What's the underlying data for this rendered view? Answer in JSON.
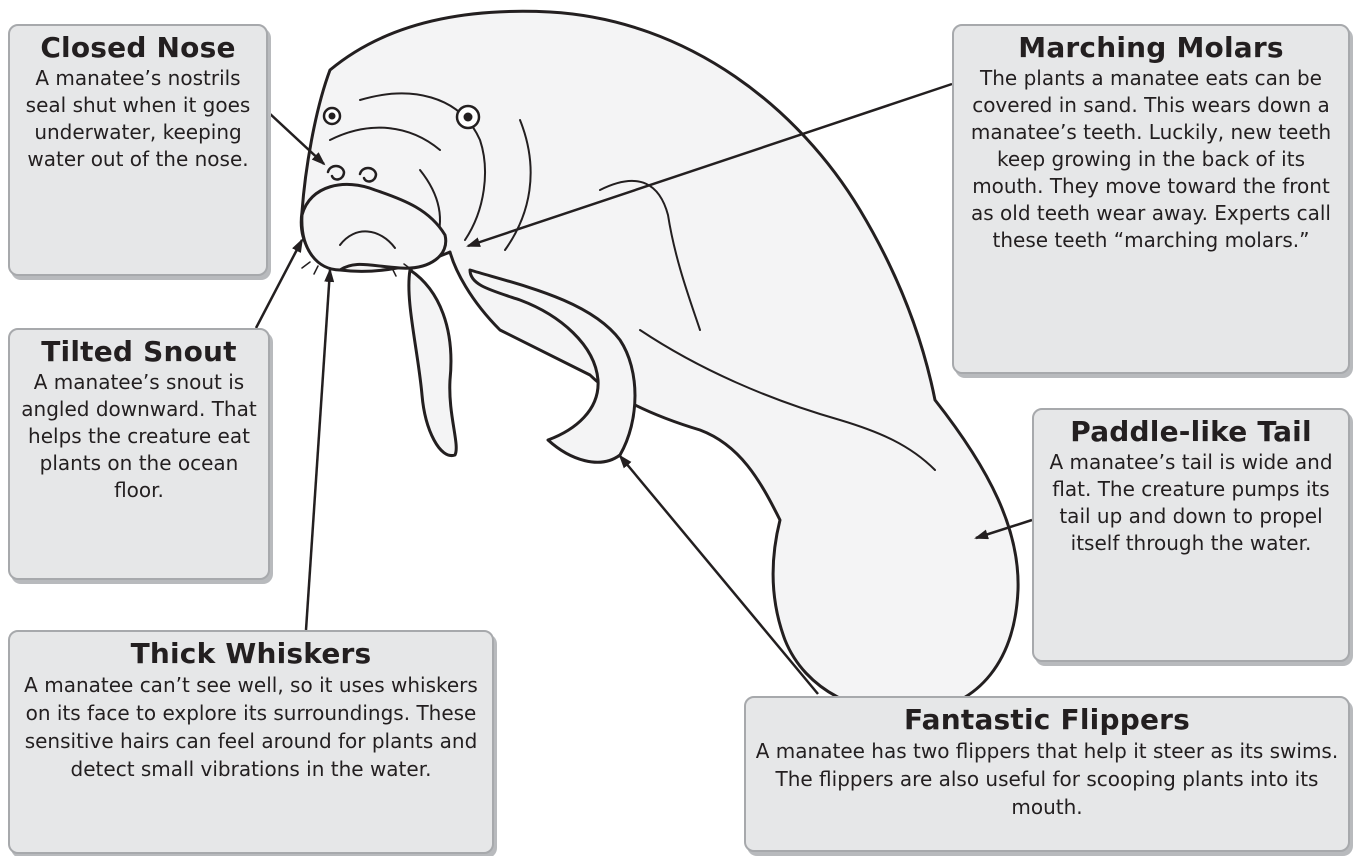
{
  "callouts": {
    "nose": {
      "title": "Closed Nose",
      "text": "A manatee’s nostrils seal shut when it goes underwater, keeping water out of the nose."
    },
    "snout": {
      "title": "Tilted Snout",
      "text": "A manatee’s snout is angled downward. That helps the creature eat plants on the ocean floor."
    },
    "whiskers": {
      "title": "Thick Whiskers",
      "text": "A manatee can’t see well, so it uses whiskers on its face to explore its surroundings. These sensitive hairs can feel around for plants and detect small vibrations in the water."
    },
    "molars": {
      "title": "Marching Molars",
      "text": "The plants a manatee eats can be covered in sand. This wears down a manatee’s teeth. Luckily, new teeth keep growing in the back of its mouth. They move toward the front as old teeth wear away. Experts call these teeth “marching molars.”"
    },
    "tail": {
      "title": "Paddle-like Tail",
      "text": "A manatee’s tail is wide and flat. The creature pumps its tail up and down to propel itself through the water."
    },
    "flippers": {
      "title": "Fantastic Flippers",
      "text": "A manatee has two flippers that help it steer as its swims. The flippers are also useful for scooping plants into its mouth."
    }
  },
  "colors": {
    "box_fill": "#e6e7e8",
    "box_border": "#a7a9ac",
    "body_fill": "#f4f4f5",
    "outline": "#231f20"
  }
}
